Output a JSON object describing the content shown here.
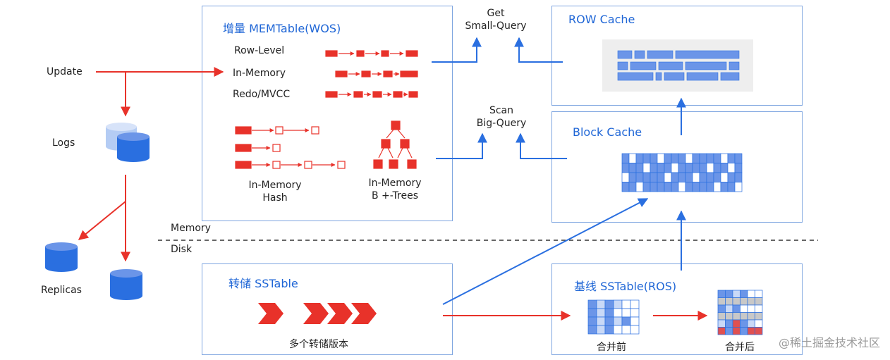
{
  "update_label": "Update",
  "logs_label": "Logs",
  "replicas_label": "Replicas",
  "memory_label": "Memory",
  "disk_label": "Disk",
  "wos": {
    "title": "增量 MEMTable(WOS)",
    "row_level": "Row-Level",
    "in_memory": "In-Memory",
    "redo_mvcc": "Redo/MVCC",
    "hash_line1": "In-Memory",
    "hash_line2": "Hash",
    "btree_line1": "In-Memory",
    "btree_line2": "B +-Trees"
  },
  "get_query": {
    "line1": "Get",
    "line2": "Small-Query"
  },
  "scan_query": {
    "line1": "Scan",
    "line2": "Big-Query"
  },
  "row_cache": {
    "title": "ROW Cache"
  },
  "block_cache": {
    "title": "Block Cache"
  },
  "transfer_sstable": {
    "title": "转储 SSTable",
    "caption": "多个转储版本"
  },
  "base_sstable": {
    "title": "基线 SSTable(ROS)",
    "before_label": "合并前",
    "after_label": "合并后"
  },
  "watermark": "@稀土掘金技术社区",
  "colors": {
    "red": "#e8322a",
    "blue": "#2a6fe0",
    "box_border": "#7fa6e0",
    "cell_blue": "#6b95e8",
    "light_cell": "#c9d9f7"
  }
}
